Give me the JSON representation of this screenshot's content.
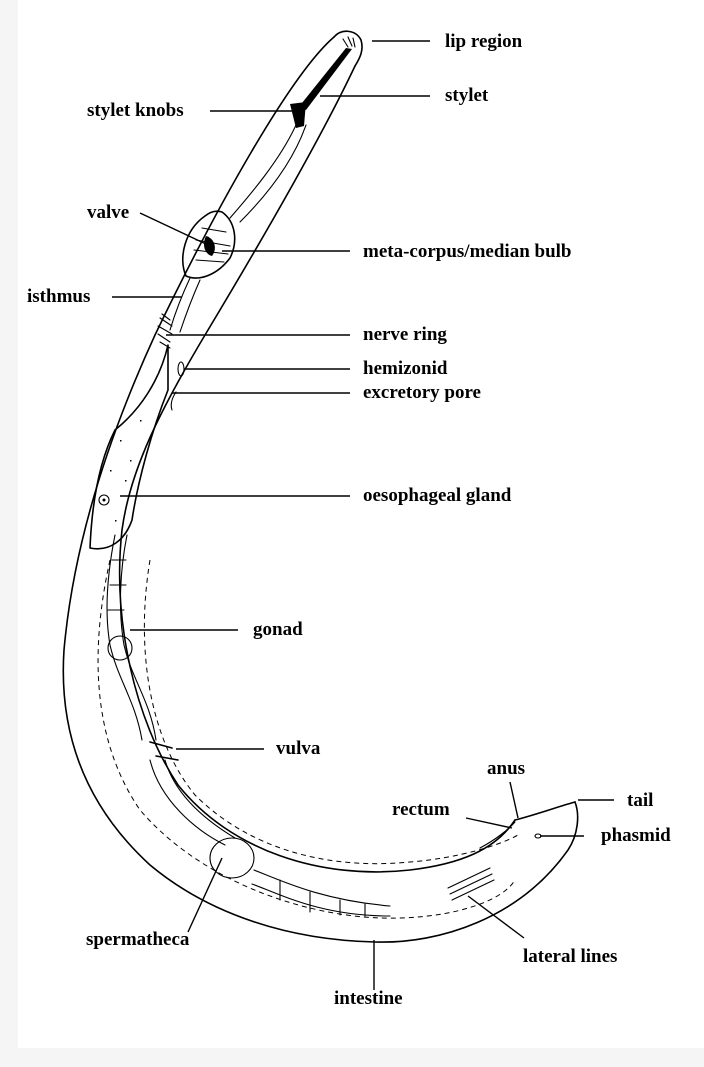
{
  "diagram": {
    "labels": {
      "lip_region": "lip region",
      "stylet": "stylet",
      "stylet_knobs": "stylet knobs",
      "valve": "valve",
      "meta_corpus": "meta-corpus/median bulb",
      "isthmus": "isthmus",
      "nerve_ring": "nerve ring",
      "hemizonid": "hemizonid",
      "excretory_pore": "excretory pore",
      "oesophageal_gland": "oesophageal gland",
      "gonad": "gonad",
      "vulva": "vulva",
      "anus": "anus",
      "tail": "tail",
      "rectum": "rectum",
      "phasmid": "phasmid",
      "spermatheca": "spermatheca",
      "lateral_lines": "lateral lines",
      "intestine": "intestine"
    }
  }
}
